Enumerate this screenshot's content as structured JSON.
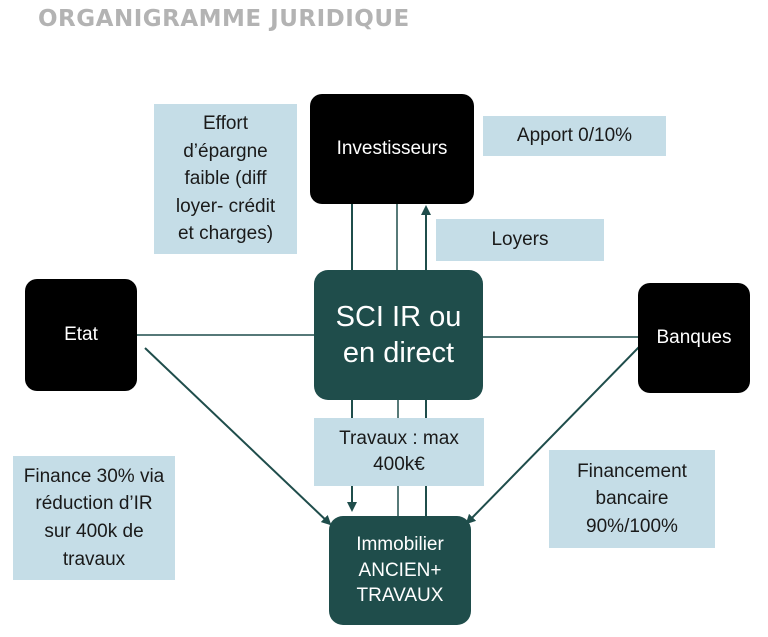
{
  "title": "ORGANIGRAMME JURIDIQUE",
  "colors": {
    "title": "#b3b3b3",
    "node_dark": "#000000",
    "node_teal": "#1f4d4b",
    "label_bg": "#c5dde7",
    "connector": "#1f4d4b"
  },
  "nodes": {
    "investisseurs": "Investisseurs",
    "etat": "Etat",
    "banques": "Banques",
    "sci": "SCI IR ou en direct",
    "immobilier": "Immobilier ANCIEN+ TRAVAUX"
  },
  "labels": {
    "effort": "Effort d’épargne faible (diff loyer- crédit et charges)",
    "apport": "Apport 0/10%",
    "loyers": "Loyers",
    "travaux": "Travaux : max 400k€",
    "finance": "Finance 30% via réduction d’IR sur 400k de travaux",
    "financement": "Financement bancaire 90%/100%"
  }
}
